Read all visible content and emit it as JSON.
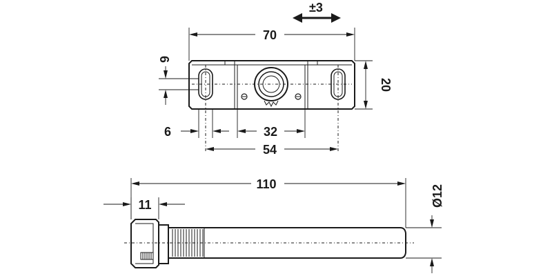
{
  "adjustment": {
    "label": "±3"
  },
  "top_view": {
    "overall_width": "70",
    "height": "20",
    "slot_width": "6",
    "slot_offset": "6",
    "center_spacing": "32",
    "slot_spacing": "54"
  },
  "side_view": {
    "total_length": "110",
    "head_length": "11",
    "diameter": "Ø12"
  }
}
